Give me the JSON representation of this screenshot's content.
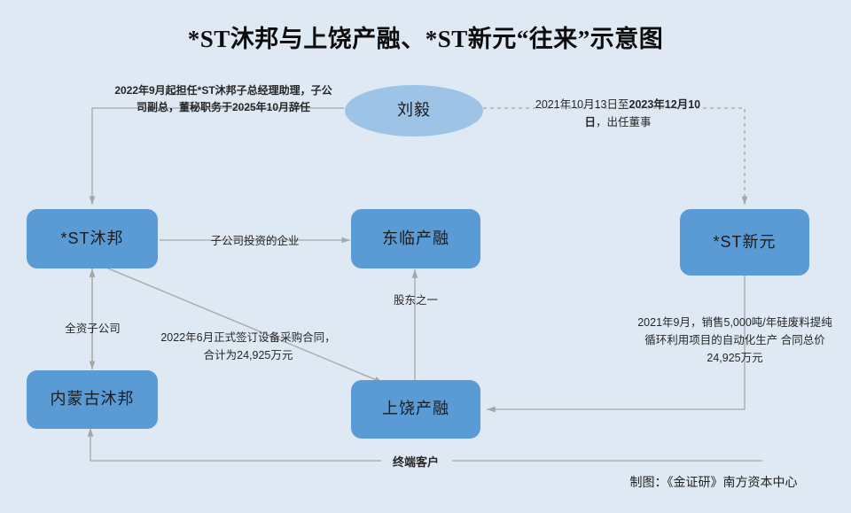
{
  "title": "*ST沐邦与上饶产融、*ST新元“往来”示意图",
  "credit": "制图：《金证研》南方资本中心",
  "colors": {
    "background": "#dfe9f3",
    "node_fill": "#5B9BD5",
    "ellipse_fill": "#9DC3E6",
    "edge": "#a6a6a6",
    "text": "#1a1a1a"
  },
  "nodes": {
    "liu_yi": "刘毅",
    "st_mubang": "*ST沐邦",
    "donglin": "东临产融",
    "st_xinyuan": "*ST新元",
    "neimenggu_mubang": "内蒙古沐邦",
    "shangrao": "上饶产融"
  },
  "annotations": {
    "liuyi_to_mubang": "2022年9月起担任*ST沐邦子总经理助理，子公司副总，董秘职务于2025年10月辞任",
    "liuyi_to_xinyuan_part1": "2021年10月13日至",
    "liuyi_to_xinyuan_part2": "2023年12月10日",
    "liuyi_to_xinyuan_part3": "，出任董事",
    "mubang_to_donglin": "子公司投资的企业",
    "shangrao_to_donglin": "股东之一",
    "mubang_to_neimenggu": "全资子公司",
    "mubang_to_shangrao": "2022年6月正式签订设备采购合同，合计为24,925万元",
    "xinyuan_to_shangrao": "2021年9月，销售5,000吨/年硅废料提纯循环利用项目的自动化生产  合同总价24,925万元",
    "bottom_end_customer": "终端客户"
  },
  "chart_data": {
    "type": "diagram",
    "relationships": [
      {
        "from": "刘毅",
        "to": "*ST沐邦",
        "style": "solid",
        "label": "2022年9月起担任*ST沐邦子总经理助理，子公司副总，董秘职务于2025年10月辞任"
      },
      {
        "from": "刘毅",
        "to": "*ST新元",
        "style": "dashed",
        "label": "2021年10月13日至2023年12月10日，出任董事"
      },
      {
        "from": "*ST沐邦",
        "to": "东临产融",
        "style": "solid",
        "label": "子公司投资的企业"
      },
      {
        "from": "上饶产融",
        "to": "东临产融",
        "style": "solid",
        "label": "股东之一"
      },
      {
        "from": "*ST沐邦",
        "to": "内蒙古沐邦",
        "style": "solid",
        "label": "全资子公司"
      },
      {
        "from": "*ST沐邦",
        "to": "上饶产融",
        "style": "solid",
        "label": "2022年6月正式签订设备采购合同，合计为24,925万元"
      },
      {
        "from": "*ST新元",
        "to": "上饶产融",
        "style": "solid",
        "label": "2021年9月，销售5,000吨/年硅废料提纯循环利用项目的自动化生产  合同总价24,925万元"
      },
      {
        "from": "上饶产融",
        "to": "内蒙古沐邦",
        "style": "solid",
        "label": "终端客户"
      },
      {
        "from": "内蒙古沐邦",
        "to": "*ST沐邦",
        "style": "solid",
        "label": ""
      }
    ]
  }
}
